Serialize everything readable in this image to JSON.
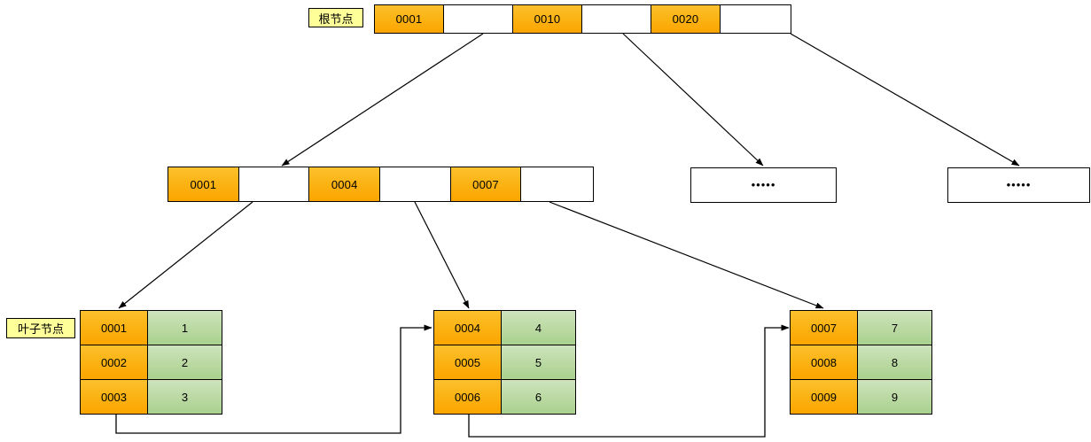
{
  "diagram": {
    "title_root_label": "根节点",
    "title_leaf_label": "叶子节点",
    "ellipsis_text": "•••••",
    "colors": {
      "key_orange": "#fbb415",
      "value_green": "#a9d18e",
      "tag_yellow": "#ffff99",
      "stroke": "#000000",
      "pointer_white": "#ffffff"
    },
    "root": {
      "name": "root-node",
      "cells": [
        {
          "type": "key",
          "text": "0001"
        },
        {
          "type": "ptr",
          "text": ""
        },
        {
          "type": "key",
          "text": "0010"
        },
        {
          "type": "ptr",
          "text": ""
        },
        {
          "type": "key",
          "text": "0020"
        },
        {
          "type": "ptr",
          "text": ""
        }
      ]
    },
    "internal": {
      "name": "internal-node",
      "cells": [
        {
          "type": "key",
          "text": "0001"
        },
        {
          "type": "ptr",
          "text": ""
        },
        {
          "type": "key",
          "text": "0004"
        },
        {
          "type": "ptr",
          "text": ""
        },
        {
          "type": "key",
          "text": "0007"
        },
        {
          "type": "ptr",
          "text": ""
        }
      ]
    },
    "internal_placeholders": [
      {
        "name": "internal-node-ellipsis-1",
        "text": "•••••"
      },
      {
        "name": "internal-node-ellipsis-2",
        "text": "•••••"
      }
    ],
    "leaves": [
      {
        "name": "leaf-node-1",
        "rows": [
          {
            "key": "0001",
            "value": "1"
          },
          {
            "key": "0002",
            "value": "2"
          },
          {
            "key": "0003",
            "value": "3"
          }
        ]
      },
      {
        "name": "leaf-node-2",
        "rows": [
          {
            "key": "0004",
            "value": "4"
          },
          {
            "key": "0005",
            "value": "5"
          },
          {
            "key": "0006",
            "value": "6"
          }
        ]
      },
      {
        "name": "leaf-node-3",
        "rows": [
          {
            "key": "0007",
            "value": "7"
          },
          {
            "key": "0008",
            "value": "8"
          },
          {
            "key": "0009",
            "value": "9"
          }
        ]
      }
    ]
  }
}
